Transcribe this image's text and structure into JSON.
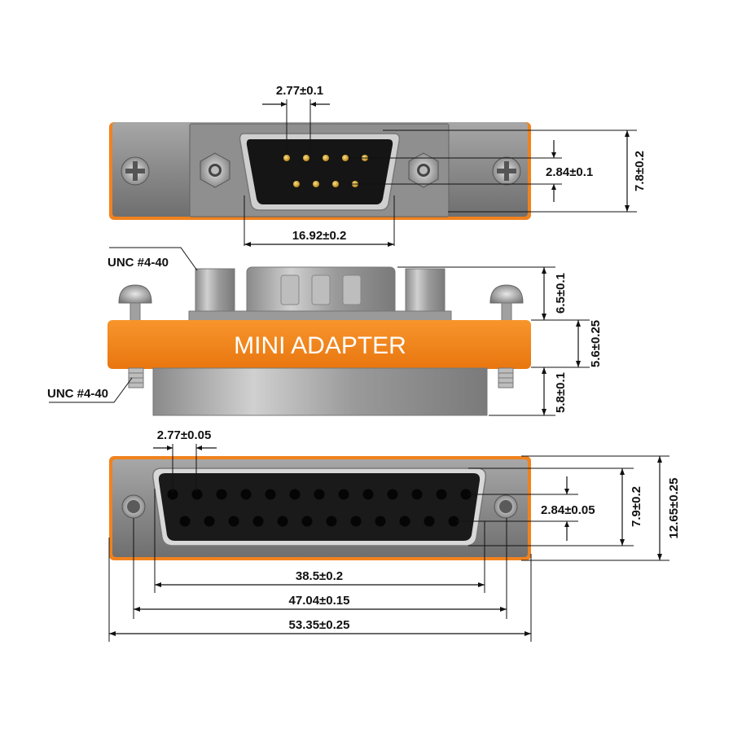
{
  "product_label": "MINI ADAPTER",
  "thread_labels": {
    "upper": "UNC #4-40",
    "lower": "UNC #4-40"
  },
  "db9_view": {
    "pin_pitch": "2.77±0.1",
    "row_spacing": "2.84±0.1",
    "flange_height": "7.8±0.2",
    "shell_width": "16.92±0.2"
  },
  "side_view": {
    "upper_height": "6.5±0.1",
    "flange_thickness": "5.6±0.25",
    "lower_height": "5.8±0.1"
  },
  "db25_view": {
    "pin_pitch": "2.77±0.05",
    "row_spacing": "2.84±0.05",
    "shell_height": "7.9±0.2",
    "flange_height": "12.65±0.25",
    "shell_width": "38.5±0.2",
    "mount_hole_spacing": "47.04±0.15",
    "flange_width": "53.35±0.25"
  },
  "colors": {
    "body_orange": "#f0821e",
    "steel": "#8c8c8c",
    "insulator": "#111111",
    "pin_gold": "#d9a830"
  }
}
